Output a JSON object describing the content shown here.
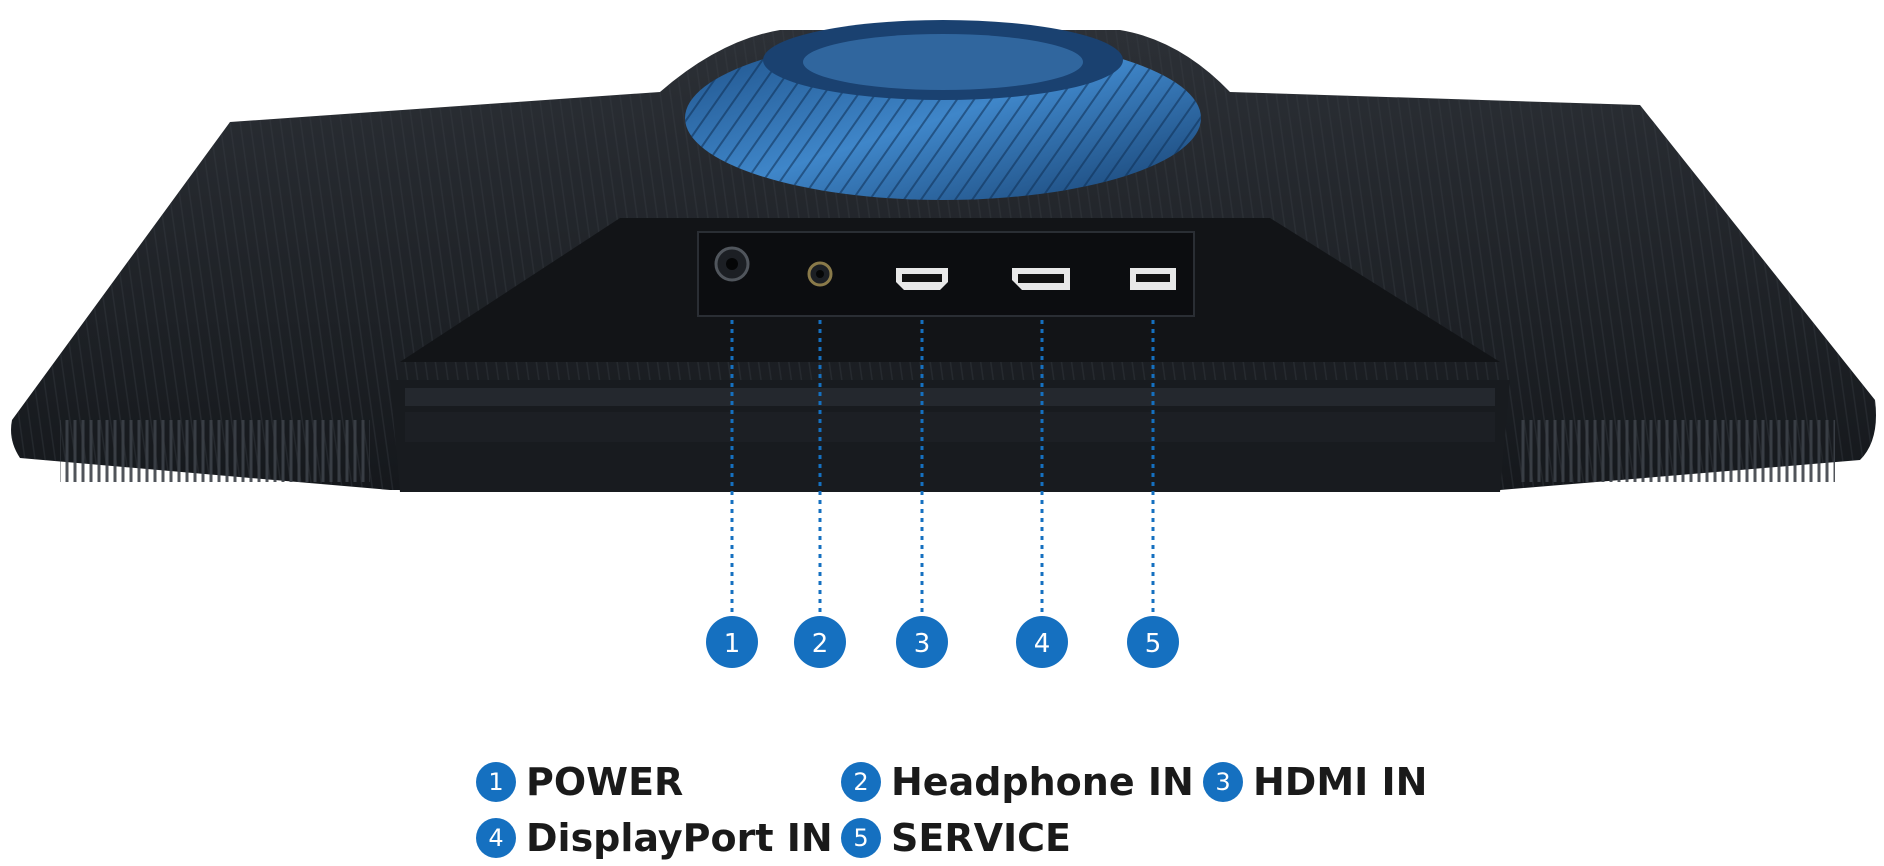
{
  "colors": {
    "accent": "#1570c0",
    "monitor": "#1f2328",
    "ring": "#2b6fb0"
  },
  "ports": [
    {
      "num": "1",
      "label": "POWER"
    },
    {
      "num": "2",
      "label": "Headphone IN"
    },
    {
      "num": "3",
      "label": "HDMI IN"
    },
    {
      "num": "4",
      "label": "DisplayPort IN"
    },
    {
      "num": "5",
      "label": "SERVICE"
    }
  ]
}
